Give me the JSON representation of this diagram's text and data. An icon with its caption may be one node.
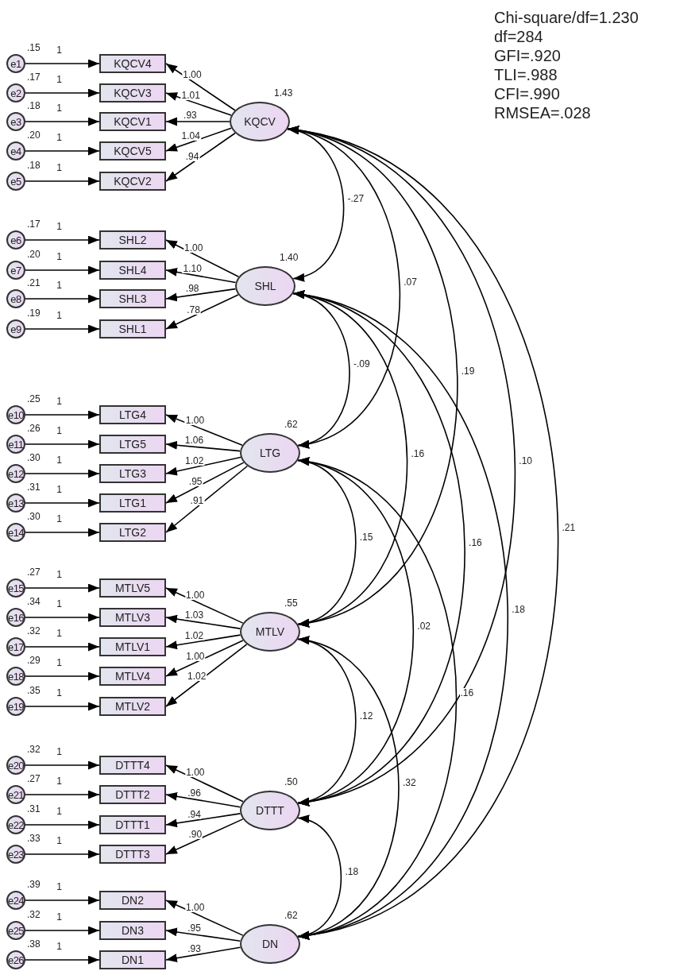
{
  "diagram": {
    "nodes": [
      {
        "text": [
          "e1"
        ],
        "beside": [
          ".15"
        ]
      },
      {
        "text": [
          "e2"
        ],
        "beside": [
          ".17"
        ]
      },
      {
        "text": [
          "e3"
        ],
        "beside": [
          ".18"
        ]
      },
      {
        "text": [
          "e4"
        ],
        "beside": [
          ".20"
        ]
      },
      {
        "text": [
          "e5"
        ],
        "beside": [
          ".18"
        ]
      },
      {
        "text": [
          "KQCV4"
        ]
      },
      {
        "text": [
          "KQCV3"
        ]
      },
      {
        "text": [
          "KQCV1"
        ]
      },
      {
        "text": [
          "KQCV5"
        ]
      },
      {
        "text": [
          "KQCV2"
        ]
      },
      {
        "text": [
          "KQCV"
        ],
        "beside": [
          "1.43"
        ]
      },
      {
        "text": [
          "e6"
        ],
        "beside": [
          ".17"
        ]
      },
      {
        "text": [
          "e7"
        ],
        "beside": [
          ".20"
        ]
      },
      {
        "text": [
          "e8"
        ],
        "beside": [
          ".21"
        ]
      },
      {
        "text": [
          "e9"
        ],
        "beside": [
          ".19"
        ]
      },
      {
        "text": [
          "SHL2"
        ]
      },
      {
        "text": [
          "SHL4"
        ]
      },
      {
        "text": [
          "SHL3"
        ]
      },
      {
        "text": [
          "SHL1"
        ]
      },
      {
        "text": [
          "SHL"
        ],
        "beside": [
          "1.40"
        ]
      },
      {
        "text": [
          "e10"
        ],
        "beside": [
          ".25"
        ]
      },
      {
        "text": [
          "e11"
        ],
        "beside": [
          ".26"
        ]
      },
      {
        "text": [
          "e12"
        ],
        "beside": [
          ".30"
        ]
      },
      {
        "text": [
          "e13"
        ],
        "beside": [
          ".31"
        ]
      },
      {
        "text": [
          "e14"
        ],
        "beside": [
          ".30"
        ]
      },
      {
        "text": [
          "LTG4"
        ]
      },
      {
        "text": [
          "LTG5"
        ]
      },
      {
        "text": [
          "LTG3"
        ]
      },
      {
        "text": [
          "LTG1"
        ]
      },
      {
        "text": [
          "LTG2"
        ]
      },
      {
        "text": [
          "LTG"
        ],
        "beside": [
          ".62"
        ]
      },
      {
        "text": [
          "e15"
        ],
        "beside": [
          ".27"
        ]
      },
      {
        "text": [
          "e16"
        ],
        "beside": [
          ".34"
        ]
      },
      {
        "text": [
          "e17"
        ],
        "beside": [
          ".32"
        ]
      },
      {
        "text": [
          "e18"
        ],
        "beside": [
          ".29"
        ]
      },
      {
        "text": [
          "e19"
        ],
        "beside": [
          ".35"
        ]
      },
      {
        "text": [
          "MTLV5"
        ]
      },
      {
        "text": [
          "MTLV3"
        ]
      },
      {
        "text": [
          "MTLV1"
        ]
      },
      {
        "text": [
          "MTLV4"
        ]
      },
      {
        "text": [
          "MTLV2"
        ]
      },
      {
        "text": [
          "MTLV"
        ],
        "beside": [
          ".55"
        ]
      },
      {
        "text": [
          "e20"
        ],
        "beside": [
          ".32"
        ]
      },
      {
        "text": [
          "e21"
        ],
        "beside": [
          ".27"
        ]
      },
      {
        "text": [
          "e22"
        ],
        "beside": [
          ".31"
        ]
      },
      {
        "text": [
          "e23"
        ],
        "beside": [
          ".33"
        ]
      },
      {
        "text": [
          "DTTT4"
        ]
      },
      {
        "text": [
          "DTTT2"
        ]
      },
      {
        "text": [
          "DTTT1"
        ]
      },
      {
        "text": [
          "DTTT3"
        ]
      },
      {
        "text": [
          "DTTT"
        ],
        "beside": [
          ".50"
        ]
      },
      {
        "text": [
          "e24"
        ],
        "beside": [
          ".39"
        ]
      },
      {
        "text": [
          "e25"
        ],
        "beside": [
          ".32"
        ]
      },
      {
        "text": [
          "e26"
        ],
        "beside": [
          ".38"
        ]
      },
      {
        "text": [
          "DN2"
        ]
      },
      {
        "text": [
          "DN3"
        ]
      },
      {
        "text": [
          "DN1"
        ]
      },
      {
        "text": [
          "DN"
        ],
        "beside": [
          ".62"
        ]
      }
    ],
    "edges": [
      {
        "from": 0,
        "to": 5,
        "arrow": "to",
        "label": "1"
      },
      {
        "from": 1,
        "to": 6,
        "arrow": "to",
        "label": "1"
      },
      {
        "from": 2,
        "to": 7,
        "arrow": "to",
        "label": "1"
      },
      {
        "from": 3,
        "to": 8,
        "arrow": "to",
        "label": "1"
      },
      {
        "from": 4,
        "to": 9,
        "arrow": "to",
        "label": "1"
      },
      {
        "from": 10,
        "to": 5,
        "arrow": "to",
        "label": "1.00"
      },
      {
        "from": 10,
        "to": 6,
        "arrow": "to",
        "label": "1.01"
      },
      {
        "from": 10,
        "to": 7,
        "arrow": "to",
        "label": ".93"
      },
      {
        "from": 10,
        "to": 8,
        "arrow": "to",
        "label": "1.04"
      },
      {
        "from": 10,
        "to": 9,
        "arrow": "to",
        "label": ".94"
      },
      {
        "from": 11,
        "to": 15,
        "arrow": "to",
        "label": "1"
      },
      {
        "from": 12,
        "to": 16,
        "arrow": "to",
        "label": "1"
      },
      {
        "from": 13,
        "to": 17,
        "arrow": "to",
        "label": "1"
      },
      {
        "from": 14,
        "to": 18,
        "arrow": "to",
        "label": "1"
      },
      {
        "from": 19,
        "to": 15,
        "arrow": "to",
        "label": "1.00"
      },
      {
        "from": 19,
        "to": 16,
        "arrow": "to",
        "label": "1.10"
      },
      {
        "from": 19,
        "to": 17,
        "arrow": "to",
        "label": ".98"
      },
      {
        "from": 19,
        "to": 18,
        "arrow": "to",
        "label": ".78"
      },
      {
        "from": 20,
        "to": 25,
        "arrow": "to",
        "label": "1"
      },
      {
        "from": 21,
        "to": 26,
        "arrow": "to",
        "label": "1"
      },
      {
        "from": 22,
        "to": 27,
        "arrow": "to",
        "label": "1"
      },
      {
        "from": 23,
        "to": 28,
        "arrow": "to",
        "label": "1"
      },
      {
        "from": 24,
        "to": 29,
        "arrow": "to",
        "label": "1"
      },
      {
        "from": 30,
        "to": 25,
        "arrow": "to",
        "label": "1.00"
      },
      {
        "from": 30,
        "to": 26,
        "arrow": "to",
        "label": "1.06"
      },
      {
        "from": 30,
        "to": 27,
        "arrow": "to",
        "label": "1.02"
      },
      {
        "from": 30,
        "to": 28,
        "arrow": "to",
        "label": ".95"
      },
      {
        "from": 30,
        "to": 29,
        "arrow": "to",
        "label": ".91"
      },
      {
        "from": 31,
        "to": 36,
        "arrow": "to",
        "label": "1"
      },
      {
        "from": 32,
        "to": 37,
        "arrow": "to",
        "label": "1"
      },
      {
        "from": 33,
        "to": 38,
        "arrow": "to",
        "label": "1"
      },
      {
        "from": 34,
        "to": 39,
        "arrow": "to",
        "label": "1"
      },
      {
        "from": 35,
        "to": 40,
        "arrow": "to",
        "label": "1"
      },
      {
        "from": 41,
        "to": 36,
        "arrow": "to",
        "label": "1.00"
      },
      {
        "from": 41,
        "to": 37,
        "arrow": "to",
        "label": "1.03"
      },
      {
        "from": 41,
        "to": 38,
        "arrow": "to",
        "label": "1.02"
      },
      {
        "from": 41,
        "to": 39,
        "arrow": "to",
        "label": "1.00"
      },
      {
        "from": 41,
        "to": 40,
        "arrow": "to",
        "label": "1.02"
      },
      {
        "from": 42,
        "to": 46,
        "arrow": "to",
        "label": "1"
      },
      {
        "from": 43,
        "to": 47,
        "arrow": "to",
        "label": "1"
      },
      {
        "from": 44,
        "to": 48,
        "arrow": "to",
        "label": "1"
      },
      {
        "from": 45,
        "to": 49,
        "arrow": "to",
        "label": "1"
      },
      {
        "from": 50,
        "to": 46,
        "arrow": "to",
        "label": "1.00"
      },
      {
        "from": 50,
        "to": 47,
        "arrow": "to",
        "label": ".96"
      },
      {
        "from": 50,
        "to": 48,
        "arrow": "to",
        "label": ".94"
      },
      {
        "from": 50,
        "to": 49,
        "arrow": "to",
        "label": ".90"
      },
      {
        "from": 51,
        "to": 54,
        "arrow": "to",
        "label": "1"
      },
      {
        "from": 52,
        "to": 55,
        "arrow": "to",
        "label": "1"
      },
      {
        "from": 53,
        "to": 56,
        "arrow": "to",
        "label": "1"
      },
      {
        "from": 57,
        "to": 54,
        "arrow": "to",
        "label": "1.00"
      },
      {
        "from": 57,
        "to": 55,
        "arrow": "to",
        "label": ".95"
      },
      {
        "from": 57,
        "to": 56,
        "arrow": "to",
        "label": ".93"
      },
      {
        "from": 10,
        "to": 19,
        "arrow": "both",
        "label": "-.27"
      },
      {
        "from": 10,
        "to": 30,
        "arrow": "both",
        "label": ".07"
      },
      {
        "from": 10,
        "to": 41,
        "arrow": "both",
        "label": ".19"
      },
      {
        "from": 10,
        "to": 50,
        "arrow": "both",
        "label": ".10"
      },
      {
        "from": 10,
        "to": 57,
        "arrow": "both",
        "label": ".21"
      },
      {
        "from": 19,
        "to": 30,
        "arrow": "both",
        "label": "-.09"
      },
      {
        "from": 19,
        "to": 41,
        "arrow": "both",
        "label": ".16"
      },
      {
        "from": 19,
        "to": 50,
        "arrow": "both",
        "label": ".16"
      },
      {
        "from": 19,
        "to": 57,
        "arrow": "both",
        "label": ".18"
      },
      {
        "from": 30,
        "to": 41,
        "arrow": "both",
        "label": ".15"
      },
      {
        "from": 30,
        "to": 50,
        "arrow": "both",
        "label": ".02"
      },
      {
        "from": 30,
        "to": 57,
        "arrow": "both",
        "label": ".16"
      },
      {
        "from": 41,
        "to": 50,
        "arrow": "both",
        "label": ".12"
      },
      {
        "from": 41,
        "to": 57,
        "arrow": "both",
        "label": ".32"
      },
      {
        "from": 50,
        "to": 57,
        "arrow": "both",
        "label": ".18"
      }
    ],
    "labels": [
      "Chi-square/df=1.230",
      "df=284",
      "GFI=.920",
      "TLI=.988",
      "CFI=.990",
      "RMSEA=.028"
    ]
  }
}
